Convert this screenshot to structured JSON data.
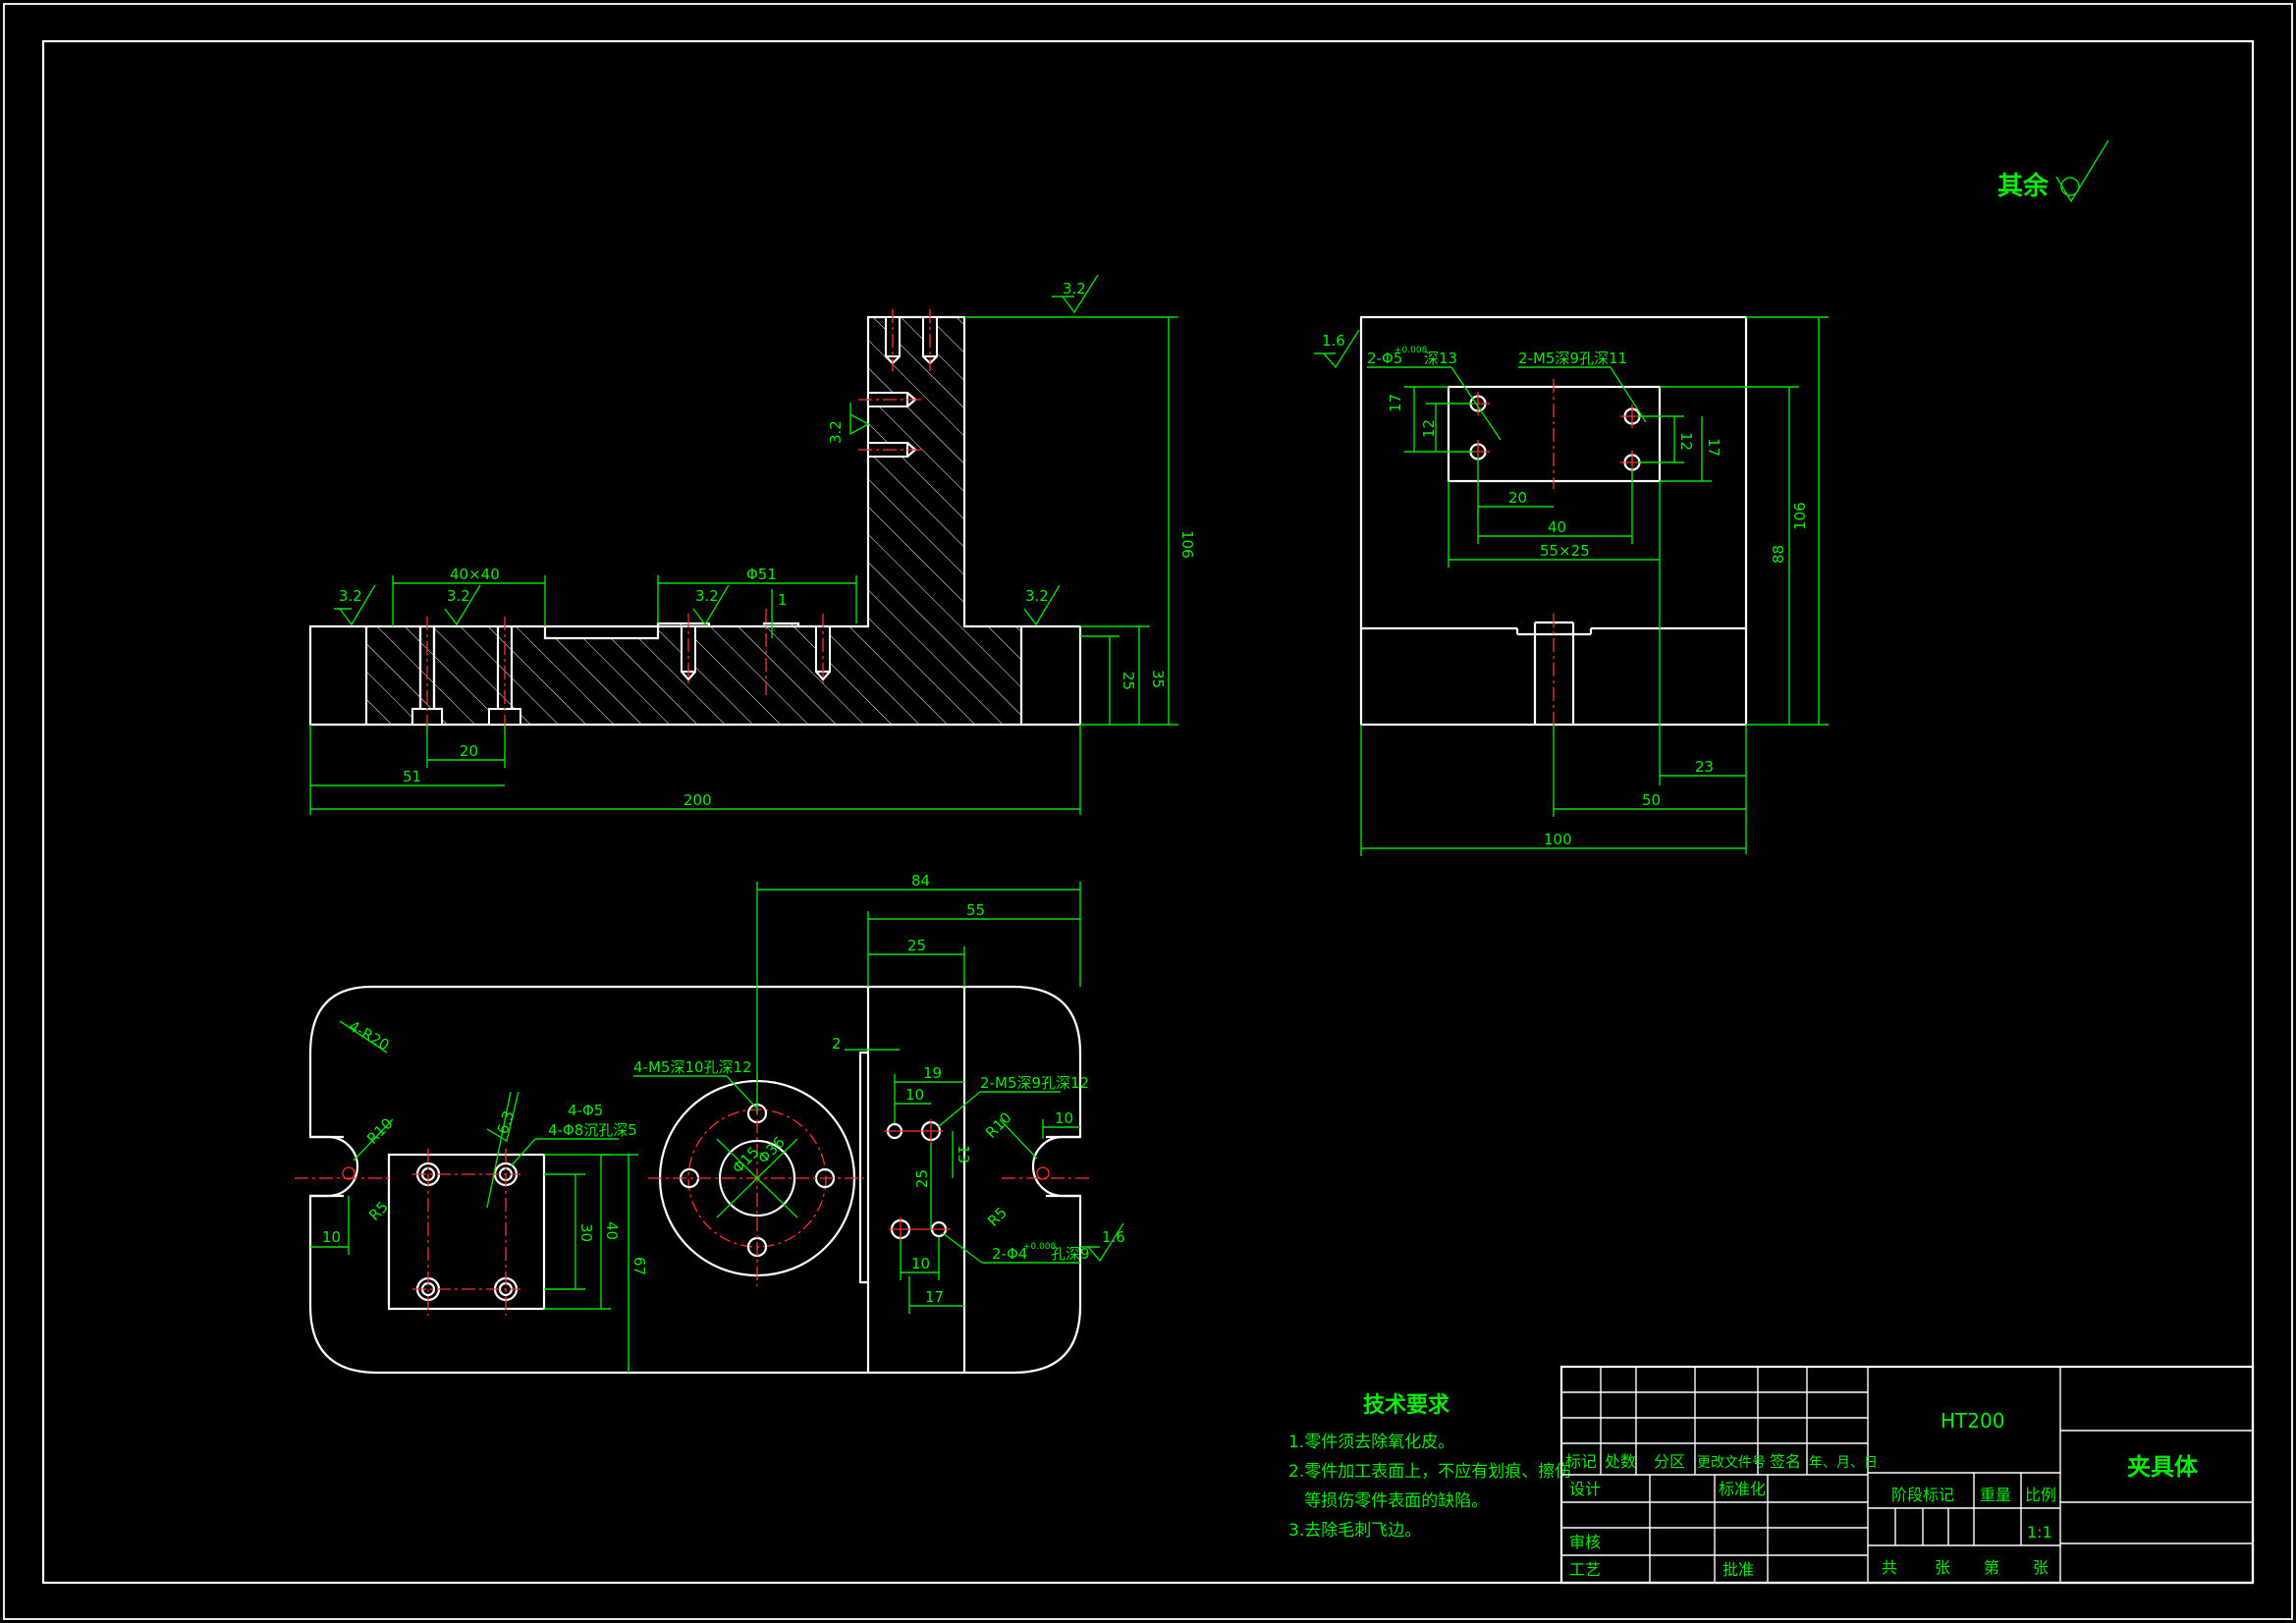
{
  "surface_general": {
    "text": "其余"
  },
  "views": {
    "front": {
      "roughness": [
        "3.2",
        "3.2",
        "3.2",
        "3.2",
        "3.2",
        "3.2"
      ],
      "dims": {
        "square": "40×40",
        "phi51": "Φ51",
        "one": "1",
        "h106": "106",
        "h35": "35",
        "h25": "25",
        "d20": "20",
        "d51": "51",
        "d200": "200"
      }
    },
    "side": {
      "roughness": "1.6",
      "hole_note_1": "2-Φ5",
      "hole_tol_1": "+0.008",
      "hole_depth_1": "深13",
      "hole_note_2": "2-M5深9孔深11",
      "dims": {
        "d17a": "17",
        "d12a": "12",
        "d12b": "12",
        "d17b": "17",
        "d20": "20",
        "d40": "40",
        "d55": "55×25",
        "h106": "106",
        "h88": "88",
        "d23": "23",
        "d50": "50",
        "d100": "100"
      }
    },
    "top": {
      "dims": {
        "d84": "84",
        "d55": "55",
        "d25": "25",
        "d2": "2",
        "d19": "19",
        "d10a": "10",
        "d13": "13",
        "d25b": "25",
        "d10b": "10",
        "d17": "17",
        "d10l": "10",
        "d10r": "10",
        "d30": "30",
        "d40": "40",
        "d67": "67",
        "r4": "4-R20",
        "r10a": "R10",
        "r10b": "R10",
        "r5a": "R5",
        "r5b": "R5",
        "phi15": "Φ15",
        "phi36": "Φ36",
        "rough63": "6.3",
        "rough16": "1.6"
      },
      "notes": {
        "m5_10": "4-M5深10孔深12",
        "m5_9": "2-M5深9孔深12",
        "holes_4": "4-Φ5",
        "counterbore": "4-Φ8沉孔深5",
        "phi4": "2-Φ4",
        "phi4_tol": "+0.008",
        "phi4_depth": "孔深9"
      }
    }
  },
  "tech_requirements": {
    "title": "技术要求",
    "items": [
      "1.零件须去除氧化皮。",
      "2.零件加工表面上，不应有划痕、擦伤",
      "   等损伤零件表面的缺陷。",
      "3.去除毛刺飞边。"
    ]
  },
  "title_block": {
    "headers": [
      "标记",
      "处数",
      "分区",
      "更改文件号",
      "签名",
      "年、月、日"
    ],
    "design": "设计",
    "standardize": "标准化",
    "review": "审核",
    "process": "工艺",
    "approve": "批准",
    "stage": "阶段标记",
    "weight": "重量",
    "ratio": "比例",
    "ratio_value": "1:1",
    "material": "HT200",
    "part_name": "夹具体",
    "sheet": [
      "共",
      "张",
      "第",
      "张"
    ]
  },
  "colors": {
    "background": "#000000",
    "outline": "#ffffff",
    "dimension": "#00ee00",
    "centerline": "#ff3030"
  }
}
